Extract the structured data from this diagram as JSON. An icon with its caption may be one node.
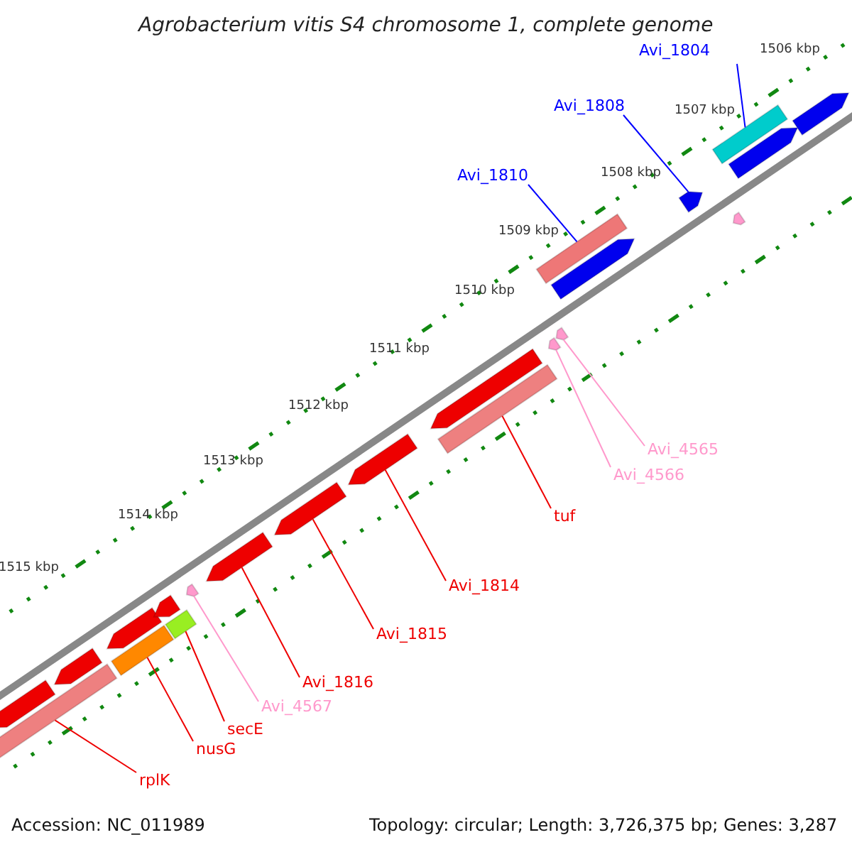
{
  "diagram": {
    "title": "Agrobacterium vitis S4 chromosome 1, complete genome",
    "nodes": [
      {
        "text": [
          "Avi_1804"
        ]
      },
      {
        "text": [
          "Avi_1808"
        ]
      },
      {
        "text": [
          "Avi_1810"
        ]
      },
      {
        "text": [
          "Avi_4565"
        ]
      },
      {
        "text": [
          "Avi_4566"
        ]
      },
      {
        "text": [
          "tuf"
        ]
      },
      {
        "text": [
          "Avi_1814"
        ]
      },
      {
        "text": [
          "Avi_1815"
        ]
      },
      {
        "text": [
          "Avi_1816"
        ]
      },
      {
        "text": [
          "Avi_4567"
        ]
      },
      {
        "text": [
          "secE"
        ]
      },
      {
        "text": [
          "nusG"
        ]
      },
      {
        "text": [
          "rplK"
        ]
      },
      {
        "text": [],
        "shape": "bar"
      },
      {
        "text": [],
        "shape": "pentagon"
      },
      {
        "text": [],
        "shape": "pentagon"
      },
      {
        "text": [],
        "shape": "bar"
      },
      {
        "text": [],
        "shape": "pentagon"
      },
      {
        "text": [],
        "shape": "pentagon"
      },
      {
        "text": [],
        "shape": "bar"
      },
      {
        "text": [],
        "shape": "pentagon"
      },
      {
        "text": [],
        "shape": "pentagon"
      },
      {
        "text": [],
        "shape": "pentagon"
      },
      {
        "text": [],
        "shape": "pentagon"
      },
      {
        "text": [],
        "shape": "pentagon"
      },
      {
        "text": [],
        "shape": "bar"
      },
      {
        "text": [],
        "shape": "pentagon"
      },
      {
        "text": [],
        "shape": "pentagon"
      },
      {
        "text": [],
        "shape": "bar"
      },
      {
        "text": [],
        "shape": "pentagon"
      },
      {
        "text": [],
        "shape": "pentagon"
      },
      {
        "text": [],
        "shape": "pentagon"
      },
      {
        "text": [],
        "shape": "bar"
      },
      {
        "text": [],
        "shape": "pentagon"
      },
      {
        "text": [],
        "shape": "pentagon"
      }
    ],
    "edges": [
      {
        "from": 0,
        "to": 32,
        "arrow": "none",
        "color": "#0000ff"
      },
      {
        "from": 1,
        "to": 30,
        "arrow": "none",
        "color": "#0000ff"
      },
      {
        "from": 2,
        "to": 28,
        "arrow": "none",
        "color": "#0000ff"
      },
      {
        "from": 3,
        "to": 27,
        "arrow": "none",
        "color": "#ff99cc"
      },
      {
        "from": 4,
        "to": 26,
        "arrow": "none",
        "color": "#ff99cc"
      },
      {
        "from": 5,
        "to": 25,
        "arrow": "none"
      },
      {
        "from": 6,
        "to": 23,
        "arrow": "none"
      },
      {
        "from": 7,
        "to": 22,
        "arrow": "none"
      },
      {
        "from": 8,
        "to": 21,
        "arrow": "none"
      },
      {
        "from": 9,
        "to": 20,
        "arrow": "none",
        "color": "#ff99cc"
      },
      {
        "from": 10,
        "to": 19,
        "arrow": "none"
      },
      {
        "from": 11,
        "to": 16,
        "arrow": "none"
      },
      {
        "from": 12,
        "to": 13,
        "arrow": "none"
      }
    ],
    "labels": [
      "1506 kbp",
      "1507 kbp",
      "1508 kbp",
      "1509 kbp",
      "1510 kbp",
      "1511 kbp",
      "1512 kbp",
      "1513 kbp",
      "1514 kbp",
      "1515 kbp",
      "Accession: NC_011989",
      "Topology: circular; Length: 3,726,375 bp; Genes: 3,287"
    ]
  }
}
